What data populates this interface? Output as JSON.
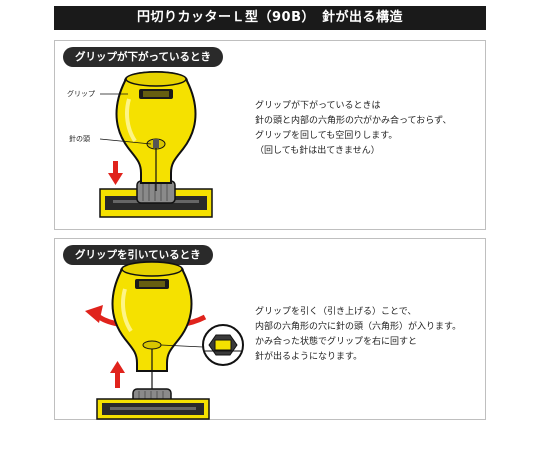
{
  "title": "円切りカッターＬ型（90B）　針が出る構造",
  "panel1": {
    "heading": "グリップが下がっているとき",
    "label_grip": "グリップ",
    "label_needle_head": "針の頭",
    "description": [
      "グリップが下がっているときは",
      "針の頭と内部の六角形の穴がかみ合っておらず、",
      "グリップを回しても空回りします。",
      "（回しても針は出てきません）"
    ]
  },
  "panel2": {
    "heading": "グリップを引いているとき",
    "description": [
      "グリップを引く（引き上げる）ことで、",
      "内部の六角形の穴に針の頭（六角形）が入ります。",
      "かみ合った状態でグリップを右に回すと",
      "針が出るようになります。"
    ]
  },
  "colors": {
    "grip_yellow": "#f5e100",
    "arrow_red": "#e0231c",
    "header_dark": "#1a1a1a"
  }
}
